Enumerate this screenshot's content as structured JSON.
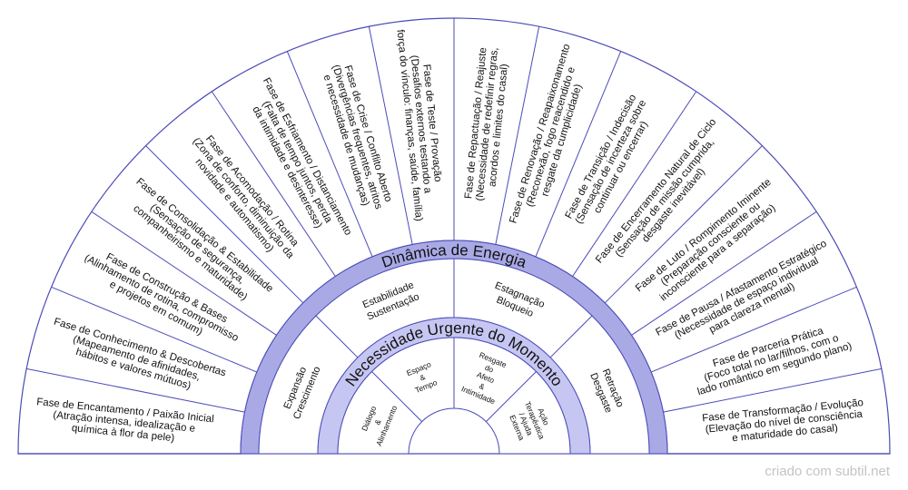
{
  "colors": {
    "band": "#a9a9e6",
    "band_light": "#c6c6f2",
    "line": "#4b4bb8",
    "background": "#ffffff"
  },
  "outer_ring": {
    "title": "",
    "sectors": [
      [
        "Fase de Encantamento / Paixão Inicial",
        "(Atração intensa, idealização e",
        "química à flor da pele)"
      ],
      [
        "Fase de Conhecimento & Descobertas",
        "(Mapeamento de afinidades,",
        "hábitos e valores mútuos)"
      ],
      [
        "Fase de Construção & Bases",
        "(Alinhamento de rotina, compromisso",
        "e projetos em comum)"
      ],
      [
        "Fase de Consolidação & Estabilidade",
        "(Sensação de segurança,",
        "companheirismo e maturidade)"
      ],
      [
        "Fase de Acomodação / Rotina",
        "(Zona de conforto, diminuição da",
        "novidade e automatismo)"
      ],
      [
        "Fase de Esfriamento / Distanciamento",
        "(Falta de tempo juntos, perda",
        "da intimidade e desinteresse)"
      ],
      [
        "Fase de Crise / Conflito Aberto",
        "(Divergências frequentes, atritos",
        "e necessidade de mudanças)"
      ],
      [
        "Fase de Teste / Provação",
        "(Desafios externos testando a",
        "força do vínculo: finanças, saúde, família)"
      ],
      [
        "Fase de Repactuação / Reajuste",
        "(Necessidade de redefinir regras,",
        "acordos e limites do casal)"
      ],
      [
        "Fase de Renovação / Reapaixonamento",
        "(Reconexão, fogo reacendido e",
        "resgate da cumplicidade)"
      ],
      [
        "Fase de Transição / Indecisão",
        "(Sensação de incerteza sobre",
        "continuar ou encerrar)"
      ],
      [
        "Fase de Encerramento Natural de Ciclo",
        "(Sensação de missão cumprida,",
        "desgaste inevitável)"
      ],
      [
        "Fase de Luto / Rompimento Iminente",
        "(Preparação consciente ou",
        "inconsciente para a separação)"
      ],
      [
        "Fase de Pausa / Afastamento Estratégico",
        "(Necessidade de espaço individual",
        "para clareza mental)"
      ],
      [
        "Fase de Parceria Prática",
        "(Foco total no lar/filhos, com o",
        "lado romântico em segundo plano)"
      ],
      [
        "Fase de Transformação / Evolução",
        "(Elevação do nível de consciência",
        "e maturidade do casal)"
      ]
    ]
  },
  "energy_ring": {
    "title": "Dinâmica de Energia",
    "sectors": [
      [
        "Expansão",
        "Crescimento"
      ],
      [
        "Estabilidade",
        "Sustentação"
      ],
      [
        "Estagnação",
        "Bloqueio"
      ],
      [
        "Retração",
        "Desgaste"
      ]
    ]
  },
  "need_ring": {
    "title": "Necessidade Urgente do Momento",
    "sectors": [
      [
        "Diálogo",
        "&",
        "Alinhamento"
      ],
      [
        "Espaço",
        "&",
        "Tempo"
      ],
      [
        "Resgate",
        "do",
        "Afeto",
        "&",
        "Intimidade"
      ],
      [
        "Ação",
        "Terapêutica",
        "/ Ajuda",
        "Externa"
      ]
    ]
  },
  "footer": {
    "credit": "criado com subtil.net"
  }
}
